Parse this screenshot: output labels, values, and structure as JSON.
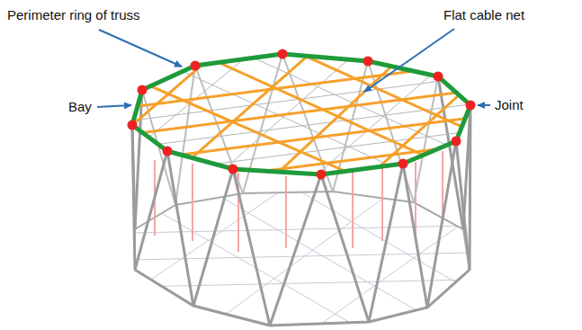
{
  "diagram": {
    "labels": [
      "Perimeter ring of truss",
      "Flat cable net",
      "Bay",
      "Joint"
    ]
  }
}
